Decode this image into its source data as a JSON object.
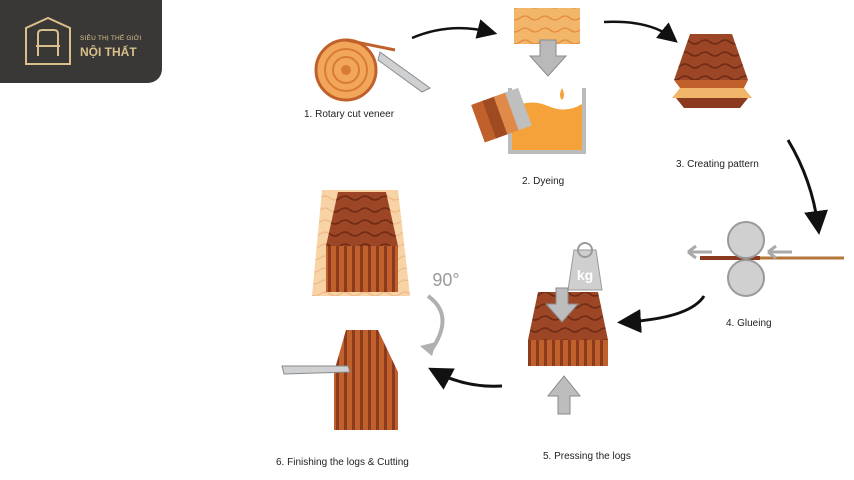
{
  "brand": {
    "tagline": "SIÊU THỊ THẾ GIỚI",
    "name": "NỘI THẤT"
  },
  "steps": [
    {
      "label": "1. Rotary cut veneer"
    },
    {
      "label": "2. Dyeing"
    },
    {
      "label": "3. Creating pattern"
    },
    {
      "label": "4. Glueing"
    },
    {
      "label": "5. Pressing the logs"
    },
    {
      "label": "6. Finishing the logs & Cutting"
    }
  ],
  "annotations": {
    "weight_unit": "kg",
    "rotation": "90°"
  },
  "colors": {
    "wood_dark": "#8b3a1f",
    "wood_mid": "#c0612b",
    "wood_light": "#f2a65a",
    "dye_orange": "#f5a23a",
    "logo_bg": "#3a3837",
    "logo_gold": "#d8c08a"
  }
}
